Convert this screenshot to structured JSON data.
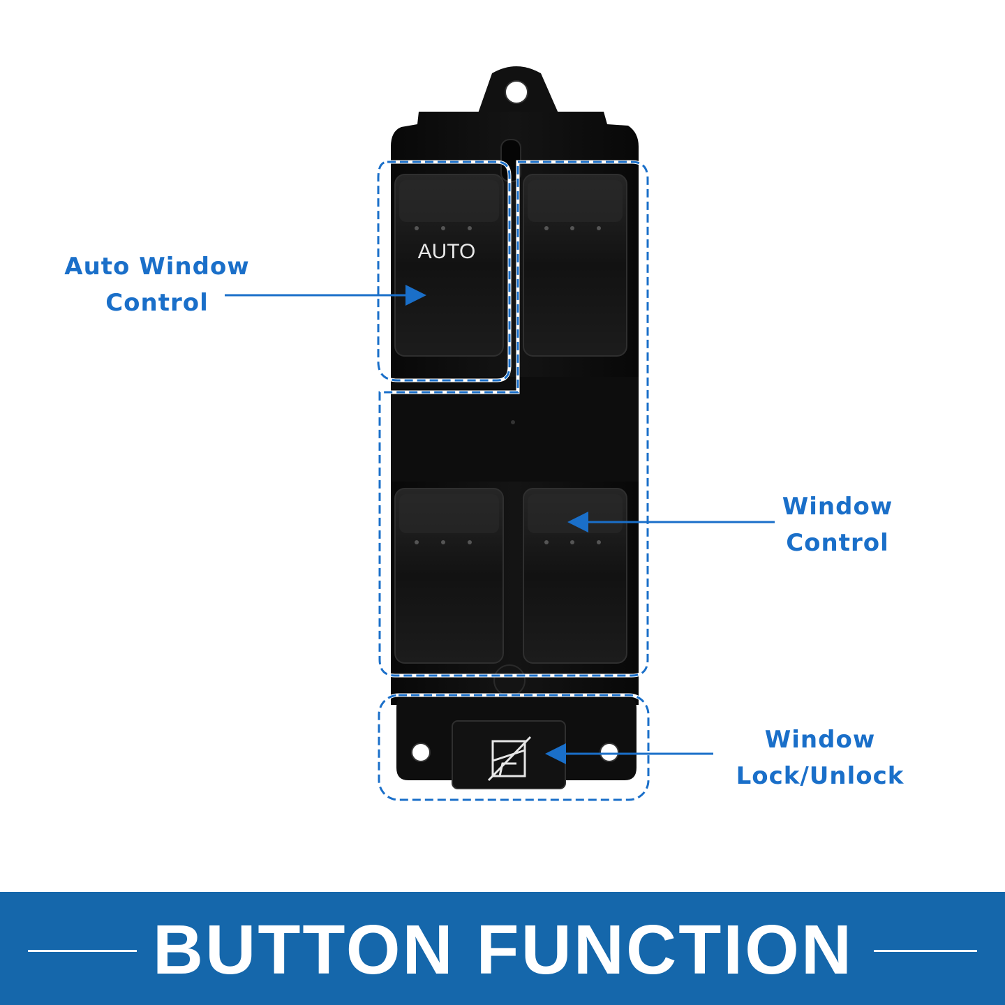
{
  "switch_panel": {
    "button_label": "AUTO"
  },
  "callouts": {
    "auto_window": [
      "Auto Window",
      "Control"
    ],
    "window_control": [
      "Window",
      "Control"
    ],
    "window_lock": [
      "Window",
      "Lock/Unlock"
    ]
  },
  "footer": {
    "title": "BUTTON FUNCTION"
  },
  "colors": {
    "accent_blue": "#1a6fc9",
    "banner_blue": "#1567ab",
    "dash_highlight": "#4aa3ee",
    "switch_body": "#0c0c0c"
  },
  "icons": {
    "window_lock_symbol": "window-lock-icon",
    "callout_arrows": "arrow-left-icon"
  }
}
